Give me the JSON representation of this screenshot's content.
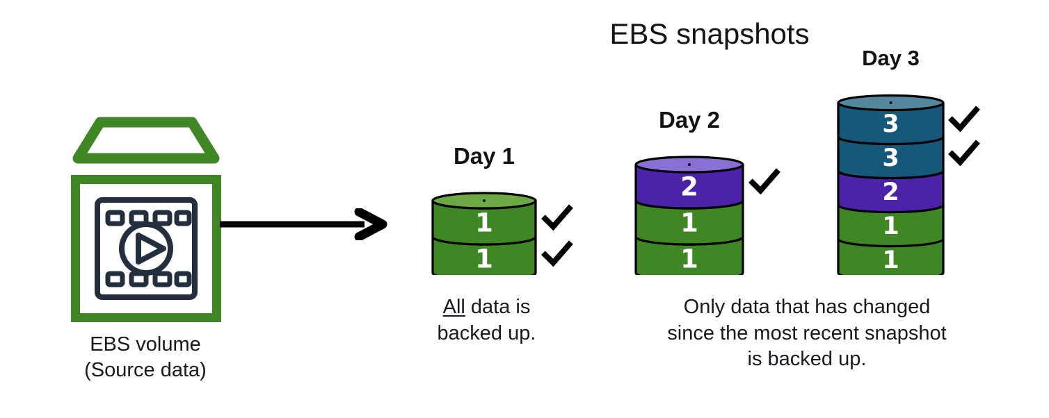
{
  "title": "EBS snapshots",
  "colors": {
    "green_body": "#3F8624",
    "green_top": "#6CA843",
    "purple_body": "#4B23A8",
    "purple_top": "#8A6FD4",
    "teal_body": "#15587A",
    "teal_top": "#55879F",
    "outline": "#000000",
    "icon_navy": "#232F3E",
    "text": "#16191f"
  },
  "source": {
    "icon_name": "ebs-volume-icon",
    "caption_line1": "EBS volume",
    "caption_line2": "(Source data)"
  },
  "arrow": {
    "name": "flow-arrow",
    "direction": "right"
  },
  "days": [
    {
      "label": "Day 1",
      "segments": [
        {
          "value": "1",
          "color": "green",
          "checked": true
        },
        {
          "value": "1",
          "color": "green",
          "checked": true
        }
      ],
      "caption_prefix": "All",
      "caption_prefix_underlined": true,
      "caption_rest": " data is",
      "caption_line2": "backed up.",
      "caption_line3": ""
    },
    {
      "label": "Day 2",
      "segments": [
        {
          "value": "2",
          "color": "purple",
          "checked": true
        },
        {
          "value": "1",
          "color": "green",
          "checked": false
        },
        {
          "value": "1",
          "color": "green",
          "checked": false
        }
      ]
    },
    {
      "label": "Day 3",
      "segments": [
        {
          "value": "3",
          "color": "teal",
          "checked": true
        },
        {
          "value": "3",
          "color": "teal",
          "checked": true
        },
        {
          "value": "2",
          "color": "purple",
          "checked": false
        },
        {
          "value": "1",
          "color": "green",
          "checked": false
        },
        {
          "value": "1",
          "color": "green",
          "checked": false
        }
      ]
    }
  ],
  "incremental_caption": {
    "line1": "Only data that has changed",
    "line2": "since the most recent snapshot",
    "line3": "is backed up."
  }
}
